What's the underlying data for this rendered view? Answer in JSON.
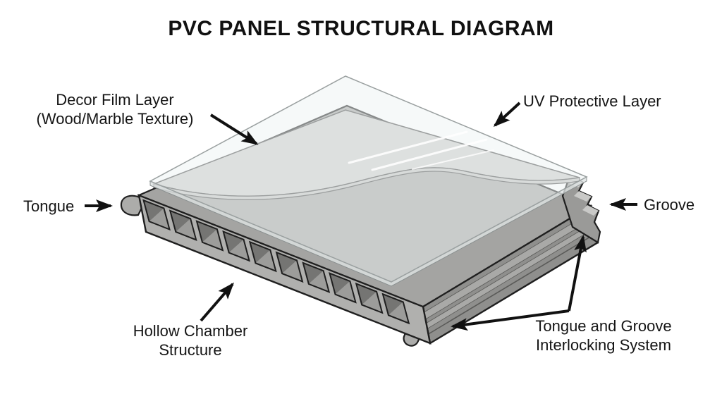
{
  "title": "PVC PANEL STRUCTURAL DIAGRAM",
  "labels": {
    "decor_film": {
      "line1": "Decor Film Layer",
      "line2": "(Wood/Marble Texture)"
    },
    "uv_protective": "UV Protective Layer",
    "tongue": "Tongue",
    "groove": "Groove",
    "hollow_chamber": {
      "line1": "Hollow Chamber",
      "line2": "Structure"
    },
    "interlocking": {
      "line1": "Tongue and Groove",
      "line2": "Interlocking System"
    }
  },
  "panel": {
    "hollow_chamber_count": 10
  },
  "colors": {
    "background": "#ffffff",
    "outline": "#1f1f1f",
    "arrow": "#111111",
    "label_text": "#151515",
    "panel_top": "#a4a4a2",
    "decor_film": "#cdcdcb",
    "decor_film_edge": "#c2c2c0",
    "front_face": "#b0b0ae",
    "chamber_dark": "#757573",
    "chamber_light": "#9c9c9a",
    "side_face": "#8f8f8d",
    "side_band": "#a9a9a7",
    "groove_steps": "#9a9a98",
    "step_facet": "#c9c9c7",
    "tongue_lip": "#acacaa",
    "uv_layer": "#eef3f3"
  }
}
